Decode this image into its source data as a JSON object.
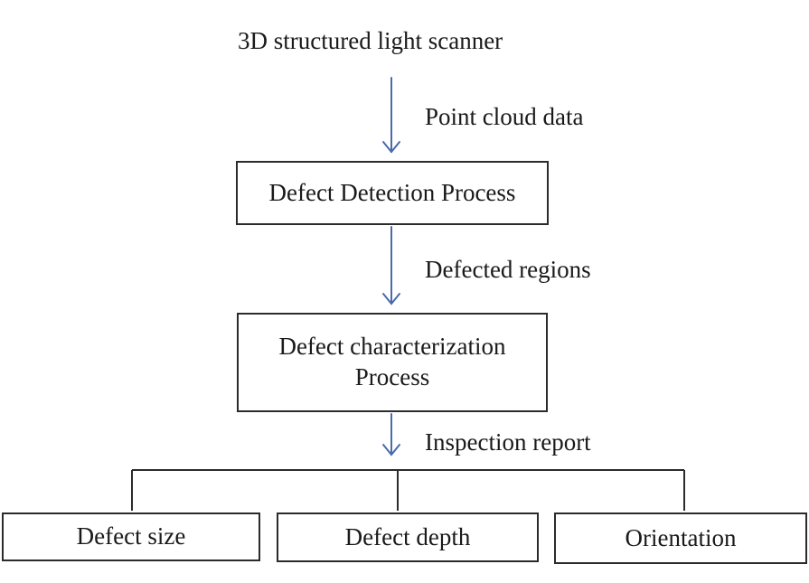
{
  "source": {
    "label": "3D structured light scanner"
  },
  "flows": {
    "flow1": "Point cloud data",
    "flow2": "Defected regions",
    "flow3": "Inspection report"
  },
  "processes": {
    "detection": "Defect Detection Process",
    "characterization": {
      "line1": "Defect characterization",
      "line2": "Process"
    }
  },
  "outputs": {
    "size": "Defect size",
    "depth": "Defect depth",
    "orientation": "Orientation"
  },
  "colors": {
    "arrow": "#4a6aab",
    "box_border": "#2b2b2b",
    "text": "#1a1a1a"
  }
}
